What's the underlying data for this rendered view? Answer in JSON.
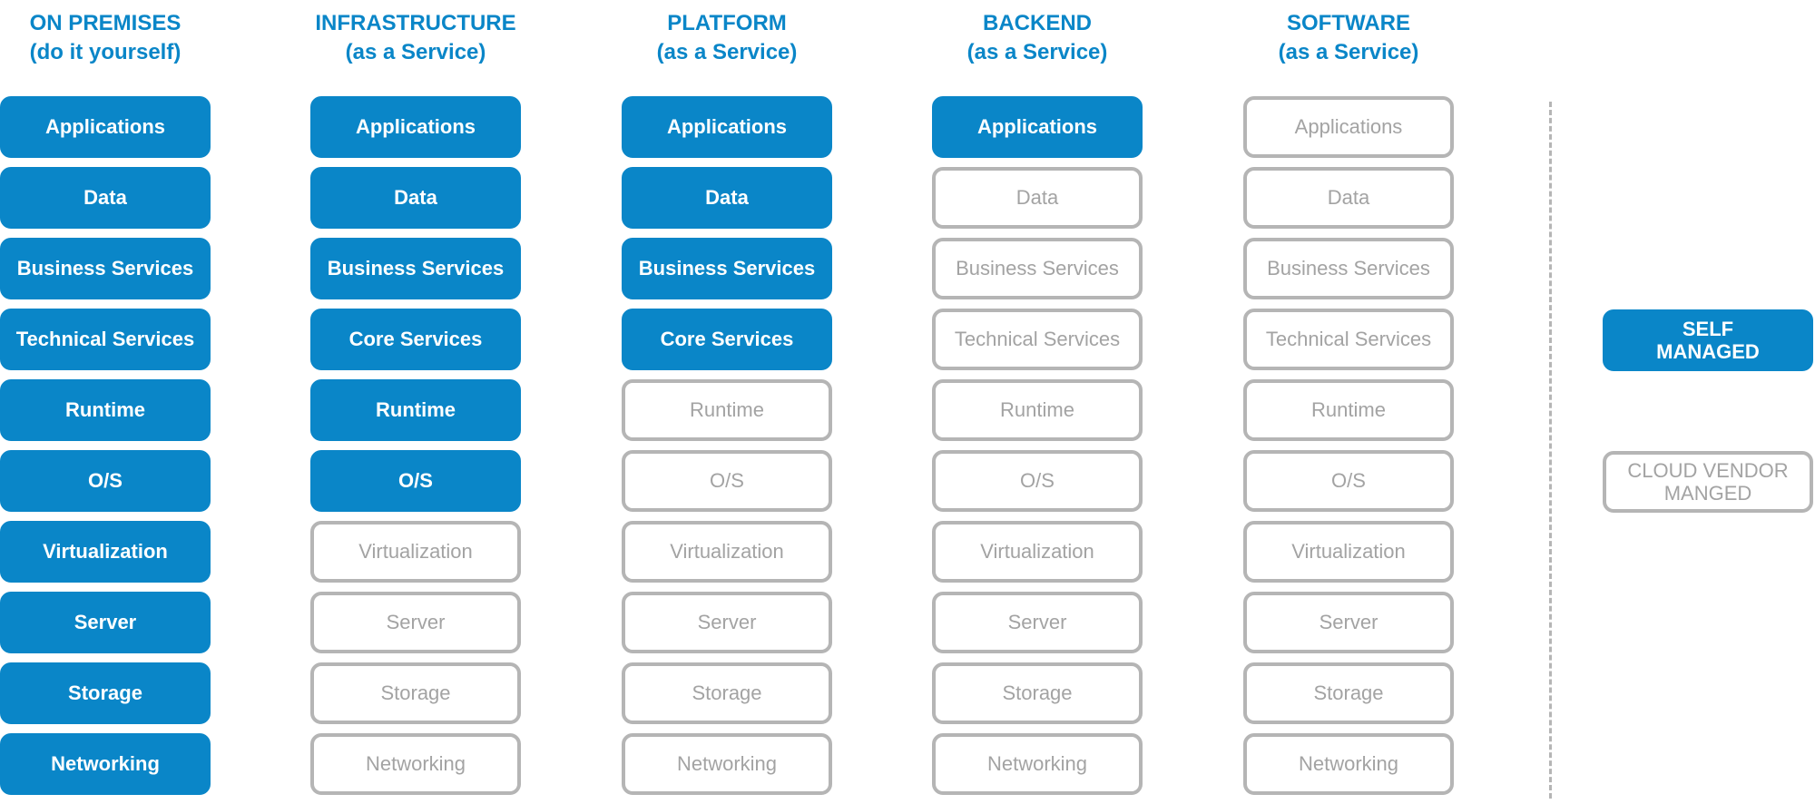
{
  "colors": {
    "self_managed": "#0a86c8",
    "vendor_border": "#b5b5b5",
    "vendor_text": "#a3a3a3",
    "header_text": "#0a86c8"
  },
  "columns": [
    {
      "title": "ON PREMISES",
      "subtitle": "(do it yourself)",
      "layers": [
        {
          "label": "Applications",
          "managed": "self"
        },
        {
          "label": "Data",
          "managed": "self"
        },
        {
          "label": "Business Services",
          "managed": "self"
        },
        {
          "label": "Technical Services",
          "managed": "self"
        },
        {
          "label": "Runtime",
          "managed": "self"
        },
        {
          "label": "O/S",
          "managed": "self"
        },
        {
          "label": "Virtualization",
          "managed": "self"
        },
        {
          "label": "Server",
          "managed": "self"
        },
        {
          "label": "Storage",
          "managed": "self"
        },
        {
          "label": "Networking",
          "managed": "self"
        }
      ]
    },
    {
      "title": "INFRASTRUCTURE",
      "subtitle": "(as a Service)",
      "layers": [
        {
          "label": "Applications",
          "managed": "self"
        },
        {
          "label": "Data",
          "managed": "self"
        },
        {
          "label": "Business Services",
          "managed": "self"
        },
        {
          "label": "Core Services",
          "managed": "self"
        },
        {
          "label": "Runtime",
          "managed": "self"
        },
        {
          "label": "O/S",
          "managed": "self"
        },
        {
          "label": "Virtualization",
          "managed": "vendor"
        },
        {
          "label": "Server",
          "managed": "vendor"
        },
        {
          "label": "Storage",
          "managed": "vendor"
        },
        {
          "label": "Networking",
          "managed": "vendor"
        }
      ]
    },
    {
      "title": "PLATFORM",
      "subtitle": "(as a Service)",
      "layers": [
        {
          "label": "Applications",
          "managed": "self"
        },
        {
          "label": "Data",
          "managed": "self"
        },
        {
          "label": "Business Services",
          "managed": "self"
        },
        {
          "label": "Core Services",
          "managed": "self"
        },
        {
          "label": "Runtime",
          "managed": "vendor"
        },
        {
          "label": "O/S",
          "managed": "vendor"
        },
        {
          "label": "Virtualization",
          "managed": "vendor"
        },
        {
          "label": "Server",
          "managed": "vendor"
        },
        {
          "label": "Storage",
          "managed": "vendor"
        },
        {
          "label": "Networking",
          "managed": "vendor"
        }
      ]
    },
    {
      "title": "BACKEND",
      "subtitle": "(as a Service)",
      "layers": [
        {
          "label": "Applications",
          "managed": "self"
        },
        {
          "label": "Data",
          "managed": "vendor"
        },
        {
          "label": "Business Services",
          "managed": "vendor"
        },
        {
          "label": "Technical Services",
          "managed": "vendor"
        },
        {
          "label": "Runtime",
          "managed": "vendor"
        },
        {
          "label": "O/S",
          "managed": "vendor"
        },
        {
          "label": "Virtualization",
          "managed": "vendor"
        },
        {
          "label": "Server",
          "managed": "vendor"
        },
        {
          "label": "Storage",
          "managed": "vendor"
        },
        {
          "label": "Networking",
          "managed": "vendor"
        }
      ]
    },
    {
      "title": "SOFTWARE",
      "subtitle": "(as a Service)",
      "layers": [
        {
          "label": "Applications",
          "managed": "vendor"
        },
        {
          "label": "Data",
          "managed": "vendor"
        },
        {
          "label": "Business Services",
          "managed": "vendor"
        },
        {
          "label": "Technical Services",
          "managed": "vendor"
        },
        {
          "label": "Runtime",
          "managed": "vendor"
        },
        {
          "label": "O/S",
          "managed": "vendor"
        },
        {
          "label": "Virtualization",
          "managed": "vendor"
        },
        {
          "label": "Server",
          "managed": "vendor"
        },
        {
          "label": "Storage",
          "managed": "vendor"
        },
        {
          "label": "Networking",
          "managed": "vendor"
        }
      ]
    }
  ],
  "legend": {
    "self_managed": {
      "line1": "SELF",
      "line2": "MANAGED"
    },
    "vendor_managed": {
      "line1": "CLOUD VENDOR",
      "line2": "MANGED"
    }
  }
}
